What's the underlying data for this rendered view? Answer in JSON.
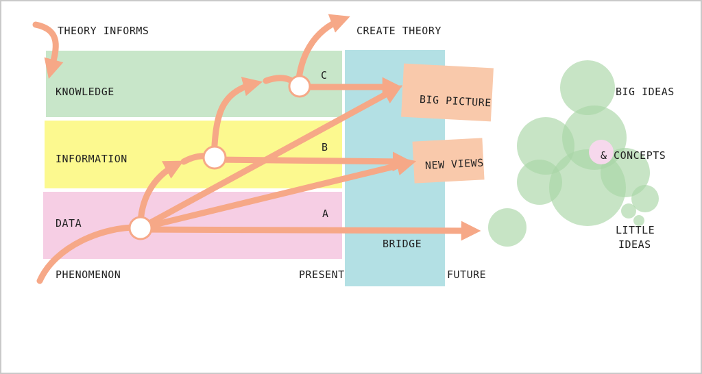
{
  "colors": {
    "knowledge": "#c8e6c9",
    "information": "#fcf98f",
    "data": "#f6cee4",
    "bridge": "#b3e0e4",
    "arrow": "#f6a887",
    "box": "#f9c9ab",
    "cloud": "#a9d6a6",
    "concept_dot": "#f6d8ec"
  },
  "labels": {
    "theory_informs": "THEORY INFORMS",
    "create_theory": "CREATE THEORY",
    "knowledge": "KNOWLEDGE",
    "information": "INFORMATION",
    "data": "DATA",
    "phenomenon": "PHENOMENON",
    "present": "PRESENT",
    "future": "FUTURE",
    "bridge": "BRIDGE",
    "a": "A",
    "b": "B",
    "c": "C",
    "big_picture": "BIG PICTURE",
    "new_views": "NEW VIEWS",
    "big_ideas": "BIG IDEAS",
    "concepts": "& CONCEPTS",
    "little": "LITTLE",
    "ideas": "IDEAS"
  }
}
